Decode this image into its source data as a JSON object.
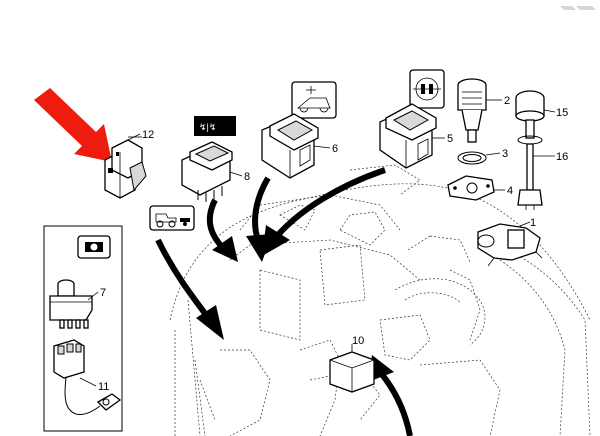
{
  "diagram": {
    "callouts": [
      {
        "id": "c1",
        "label": "1"
      },
      {
        "id": "c2",
        "label": "2"
      },
      {
        "id": "c3",
        "label": "3"
      },
      {
        "id": "c4",
        "label": "4"
      },
      {
        "id": "c5",
        "label": "5"
      },
      {
        "id": "c6",
        "label": "6"
      },
      {
        "id": "c7",
        "label": "7"
      },
      {
        "id": "c8",
        "label": "8"
      },
      {
        "id": "c10",
        "label": "10"
      },
      {
        "id": "c11",
        "label": "11"
      },
      {
        "id": "c12",
        "label": "12"
      },
      {
        "id": "c15",
        "label": "15"
      },
      {
        "id": "c16",
        "label": "16"
      }
    ],
    "highlight_color": "#ee1c0e",
    "callout_12_color": "#2e8b2e",
    "icons": [
      "pto-switch-symbol",
      "front-loader-symbol",
      "differential-lock-symbol",
      "tractor-trailer-symbol",
      "fan-symbol"
    ]
  }
}
